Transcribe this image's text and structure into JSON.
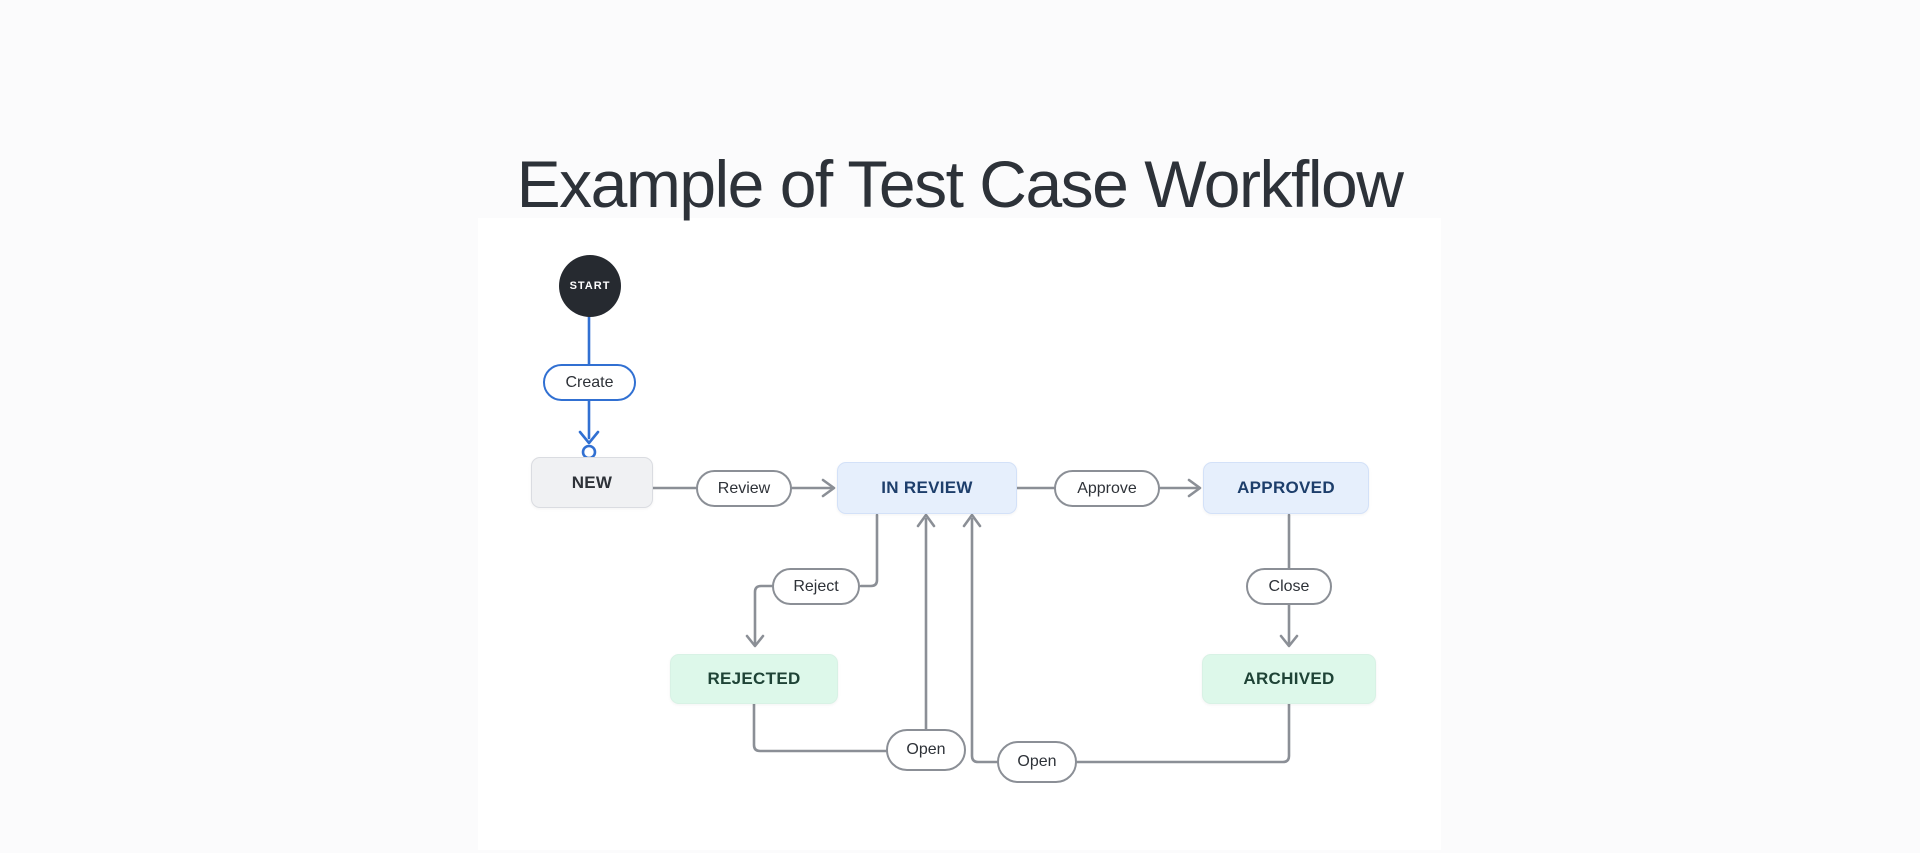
{
  "page": {
    "title": "Example of Test Case Workflow"
  },
  "colors": {
    "page_bg": "#fbfbfc",
    "canvas_bg": "#ffffff",
    "accent_blue": "#3170d2",
    "connector_gray": "#8b8f96",
    "title_text": "#2d3239",
    "pill_text": "#2e3238",
    "state_neutral_bg": "#f0f1f3",
    "state_neutral_text": "#2e3238",
    "state_blue_bg": "#e6effc",
    "state_blue_text": "#1d3e6b",
    "state_green_bg": "#ddf8ea",
    "state_green_text": "#1e4336",
    "start_bg": "#262a30",
    "start_text": "#ffffff"
  },
  "workflow": {
    "start": {
      "label": "START"
    },
    "states": {
      "new": {
        "label": "NEW"
      },
      "in_review": {
        "label": "IN REVIEW"
      },
      "approved": {
        "label": "APPROVED"
      },
      "rejected": {
        "label": "REJECTED"
      },
      "archived": {
        "label": "ARCHIVED"
      }
    },
    "transitions": {
      "create": {
        "label": "Create"
      },
      "review": {
        "label": "Review"
      },
      "approve": {
        "label": "Approve"
      },
      "reject": {
        "label": "Reject"
      },
      "close": {
        "label": "Close"
      },
      "open_from_rejected": {
        "label": "Open"
      },
      "open_from_archived": {
        "label": "Open"
      }
    }
  }
}
